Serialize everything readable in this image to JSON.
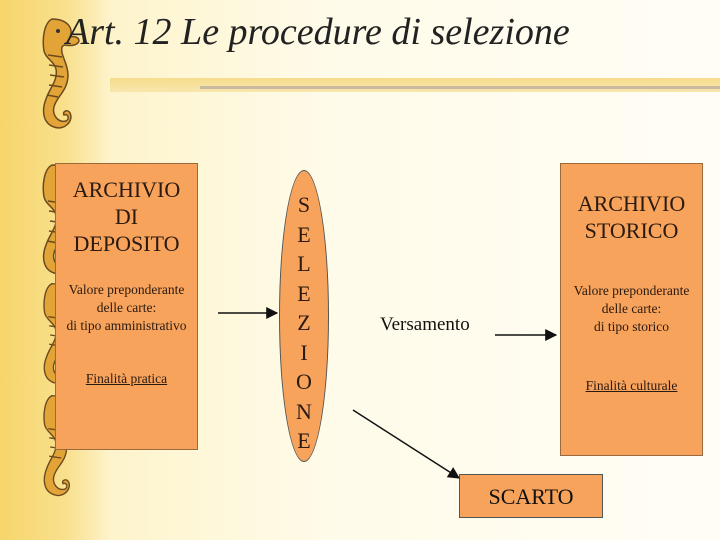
{
  "slide": {
    "title": "Art. 12 Le procedure di selezione"
  },
  "deposito": {
    "title_lines": [
      "ARCHIVIO",
      "DI",
      "DEPOSITO"
    ],
    "desc_lines": [
      "Valore preponderante",
      "delle carte:",
      "di tipo amministrativo"
    ],
    "purpose": "Finalità pratica"
  },
  "selezione": {
    "letters": [
      "S",
      "E",
      "L",
      "E",
      "Z",
      "I",
      "O",
      "N",
      "E"
    ]
  },
  "versamento": {
    "label": "Versamento"
  },
  "storico": {
    "title_lines": [
      "ARCHIVIO",
      "STORICO"
    ],
    "desc_lines": [
      "Valore preponderante",
      "delle carte:",
      "di tipo storico"
    ],
    "purpose": "Finalità culturale"
  },
  "scarto": {
    "label": "SCARTO"
  },
  "colors": {
    "box_fill": "#f7a35c",
    "background": "#fffbe9",
    "seahorse": "#e0a030"
  },
  "decoration": {
    "icon": "seahorse-icon"
  }
}
